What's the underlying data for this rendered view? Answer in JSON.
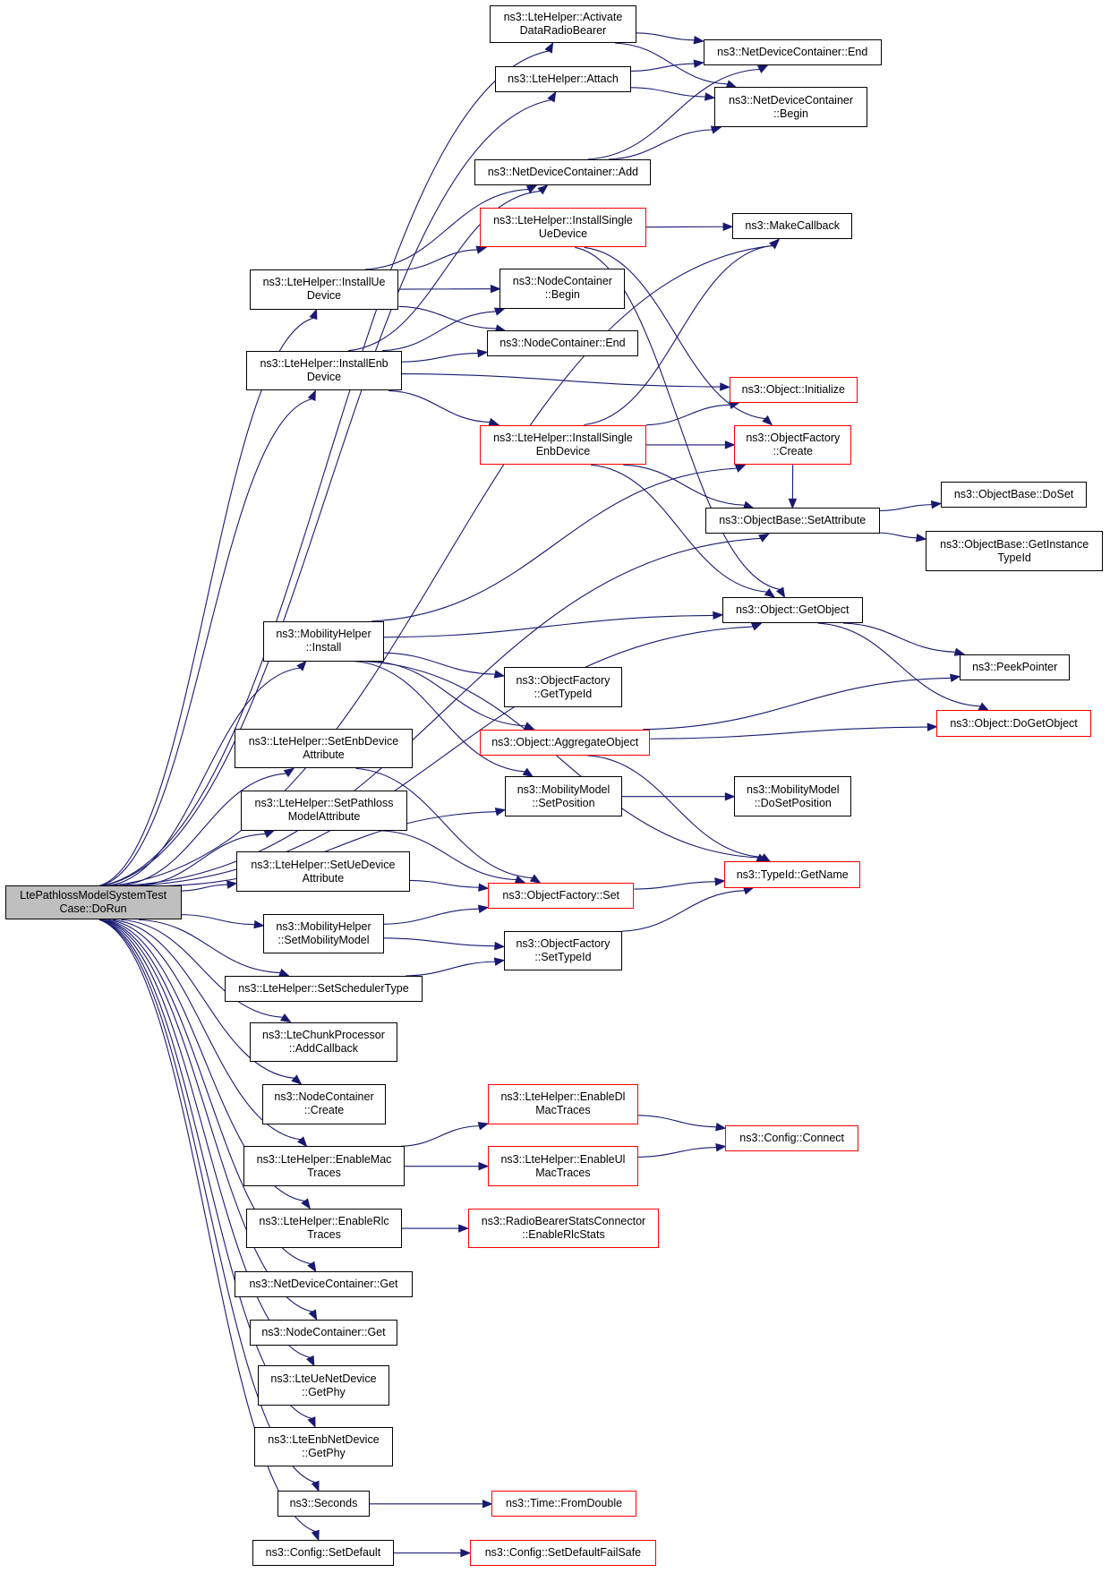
{
  "nodes": [
    {
      "id": "root",
      "label": "LtePathlossModelSystemTest\nCase::DoRun",
      "style": "root"
    },
    {
      "id": "activate",
      "label": "ns3::LteHelper::Activate\nDataRadioBearer",
      "style": "black"
    },
    {
      "id": "attach",
      "label": "ns3::LteHelper::Attach",
      "style": "black"
    },
    {
      "id": "ndc_end",
      "label": "ns3::NetDeviceContainer::End",
      "style": "black"
    },
    {
      "id": "ndc_begin",
      "label": "ns3::NetDeviceContainer\n::Begin",
      "style": "black"
    },
    {
      "id": "ndc_add",
      "label": "ns3::NetDeviceContainer::Add",
      "style": "black"
    },
    {
      "id": "install_single_ue",
      "label": "ns3::LteHelper::InstallSingle\nUeDevice",
      "style": "red"
    },
    {
      "id": "make_callback",
      "label": "ns3::MakeCallback",
      "style": "black"
    },
    {
      "id": "install_ue",
      "label": "ns3::LteHelper::InstallUe\nDevice",
      "style": "black"
    },
    {
      "id": "nc_begin",
      "label": "ns3::NodeContainer\n::Begin",
      "style": "black"
    },
    {
      "id": "nc_end",
      "label": "ns3::NodeContainer::End",
      "style": "black"
    },
    {
      "id": "install_enb",
      "label": "ns3::LteHelper::InstallEnb\nDevice",
      "style": "black"
    },
    {
      "id": "obj_init",
      "label": "ns3::Object::Initialize",
      "style": "red"
    },
    {
      "id": "install_single_enb",
      "label": "ns3::LteHelper::InstallSingle\nEnbDevice",
      "style": "red"
    },
    {
      "id": "of_create",
      "label": "ns3::ObjectFactory\n::Create",
      "style": "red"
    },
    {
      "id": "ob_doset",
      "label": "ns3::ObjectBase::DoSet",
      "style": "black"
    },
    {
      "id": "ob_setattr",
      "label": "ns3::ObjectBase::SetAttribute",
      "style": "black"
    },
    {
      "id": "ob_getinst",
      "label": "ns3::ObjectBase::GetInstance\nTypeId",
      "style": "black"
    },
    {
      "id": "obj_getobj",
      "label": "ns3::Object::GetObject",
      "style": "black"
    },
    {
      "id": "mob_install",
      "label": "ns3::MobilityHelper\n::Install",
      "style": "black"
    },
    {
      "id": "peek",
      "label": "ns3::PeekPointer",
      "style": "black"
    },
    {
      "id": "of_gettypeid",
      "label": "ns3::ObjectFactory\n::GetTypeId",
      "style": "black"
    },
    {
      "id": "obj_aggregate",
      "label": "ns3::Object::AggregateObject",
      "style": "red"
    },
    {
      "id": "obj_dogetobj",
      "label": "ns3::Object::DoGetObject",
      "style": "red"
    },
    {
      "id": "set_enb_attr",
      "label": "ns3::LteHelper::SetEnbDevice\nAttribute",
      "style": "black"
    },
    {
      "id": "mm_setpos",
      "label": "ns3::MobilityModel\n::SetPosition",
      "style": "black"
    },
    {
      "id": "mm_dosetpos",
      "label": "ns3::MobilityModel\n::DoSetPosition",
      "style": "black"
    },
    {
      "id": "set_pathloss",
      "label": "ns3::LteHelper::SetPathloss\nModelAttribute",
      "style": "black"
    },
    {
      "id": "typeid_getname",
      "label": "ns3::TypeId::GetName",
      "style": "red"
    },
    {
      "id": "set_ue_attr",
      "label": "ns3::LteHelper::SetUeDevice\nAttribute",
      "style": "black"
    },
    {
      "id": "of_set",
      "label": "ns3::ObjectFactory::Set",
      "style": "red"
    },
    {
      "id": "mob_setmodel",
      "label": "ns3::MobilityHelper\n::SetMobilityModel",
      "style": "black"
    },
    {
      "id": "of_settypeid",
      "label": "ns3::ObjectFactory\n::SetTypeId",
      "style": "black"
    },
    {
      "id": "set_scheduler",
      "label": "ns3::LteHelper::SetSchedulerType",
      "style": "black"
    },
    {
      "id": "chunk_addcb",
      "label": "ns3::LteChunkProcessor\n::AddCallback",
      "style": "black"
    },
    {
      "id": "nc_create",
      "label": "ns3::NodeContainer\n::Create",
      "style": "black"
    },
    {
      "id": "enable_dl_mac",
      "label": "ns3::LteHelper::EnableDl\nMacTraces",
      "style": "red"
    },
    {
      "id": "enable_mac",
      "label": "ns3::LteHelper::EnableMac\nTraces",
      "style": "black"
    },
    {
      "id": "config_connect",
      "label": "ns3::Config::Connect",
      "style": "red"
    },
    {
      "id": "enable_ul_mac",
      "label": "ns3::LteHelper::EnableUl\nMacTraces",
      "style": "red"
    },
    {
      "id": "enable_rlc",
      "label": "ns3::LteHelper::EnableRlc\nTraces",
      "style": "black"
    },
    {
      "id": "rbsc_rlc",
      "label": "ns3::RadioBearerStatsConnector\n::EnableRlcStats",
      "style": "red"
    },
    {
      "id": "ndc_get",
      "label": "ns3::NetDeviceContainer::Get",
      "style": "black"
    },
    {
      "id": "nc_get",
      "label": "ns3::NodeContainer::Get",
      "style": "black"
    },
    {
      "id": "ue_getphy",
      "label": "ns3::LteUeNetDevice\n::GetPhy",
      "style": "black"
    },
    {
      "id": "enb_getphy",
      "label": "ns3::LteEnbNetDevice\n::GetPhy",
      "style": "black"
    },
    {
      "id": "seconds",
      "label": "ns3::Seconds",
      "style": "black"
    },
    {
      "id": "time_fromdouble",
      "label": "ns3::Time::FromDouble",
      "style": "red"
    },
    {
      "id": "config_setdefault",
      "label": "ns3::Config::SetDefault",
      "style": "black"
    },
    {
      "id": "config_setdefaultfs",
      "label": "ns3::Config::SetDefaultFailSafe",
      "style": "red"
    }
  ],
  "edges": [
    [
      "root",
      "activate"
    ],
    [
      "root",
      "attach"
    ],
    [
      "root",
      "make_callback"
    ],
    [
      "root",
      "install_ue"
    ],
    [
      "root",
      "install_enb"
    ],
    [
      "root",
      "ob_setattr"
    ],
    [
      "root",
      "obj_getobj"
    ],
    [
      "root",
      "mob_install"
    ],
    [
      "root",
      "mm_setpos"
    ],
    [
      "root",
      "set_enb_attr"
    ],
    [
      "root",
      "set_pathloss"
    ],
    [
      "root",
      "set_ue_attr"
    ],
    [
      "root",
      "mob_setmodel"
    ],
    [
      "root",
      "set_scheduler"
    ],
    [
      "root",
      "chunk_addcb"
    ],
    [
      "root",
      "nc_create"
    ],
    [
      "root",
      "enable_mac"
    ],
    [
      "root",
      "enable_rlc"
    ],
    [
      "root",
      "ndc_get"
    ],
    [
      "root",
      "nc_get"
    ],
    [
      "root",
      "ue_getphy"
    ],
    [
      "root",
      "enb_getphy"
    ],
    [
      "root",
      "seconds"
    ],
    [
      "root",
      "config_setdefault"
    ],
    [
      "activate",
      "ndc_end"
    ],
    [
      "activate",
      "ndc_begin"
    ],
    [
      "attach",
      "ndc_end"
    ],
    [
      "attach",
      "ndc_begin"
    ],
    [
      "ndc_add",
      "ndc_end"
    ],
    [
      "ndc_add",
      "ndc_begin"
    ],
    [
      "install_ue",
      "ndc_add"
    ],
    [
      "install_ue",
      "install_single_ue"
    ],
    [
      "install_ue",
      "nc_begin"
    ],
    [
      "install_ue",
      "nc_end"
    ],
    [
      "install_enb",
      "ndc_add"
    ],
    [
      "install_enb",
      "nc_begin"
    ],
    [
      "install_enb",
      "nc_end"
    ],
    [
      "install_enb",
      "obj_init"
    ],
    [
      "install_enb",
      "install_single_enb"
    ],
    [
      "install_single_ue",
      "make_callback"
    ],
    [
      "install_single_ue",
      "of_create"
    ],
    [
      "install_single_ue",
      "obj_getobj"
    ],
    [
      "install_single_enb",
      "make_callback"
    ],
    [
      "install_single_enb",
      "obj_init"
    ],
    [
      "install_single_enb",
      "of_create"
    ],
    [
      "install_single_enb",
      "ob_setattr"
    ],
    [
      "install_single_enb",
      "obj_getobj"
    ],
    [
      "of_create",
      "ob_setattr"
    ],
    [
      "ob_setattr",
      "ob_doset"
    ],
    [
      "ob_setattr",
      "ob_getinst"
    ],
    [
      "obj_getobj",
      "peek"
    ],
    [
      "obj_getobj",
      "obj_dogetobj"
    ],
    [
      "mob_install",
      "of_create"
    ],
    [
      "mob_install",
      "obj_getobj"
    ],
    [
      "mob_install",
      "of_gettypeid"
    ],
    [
      "mob_install",
      "obj_aggregate"
    ],
    [
      "mob_install",
      "mm_setpos"
    ],
    [
      "mob_install",
      "typeid_getname"
    ],
    [
      "obj_aggregate",
      "peek"
    ],
    [
      "obj_aggregate",
      "obj_dogetobj"
    ],
    [
      "obj_aggregate",
      "typeid_getname"
    ],
    [
      "mm_setpos",
      "mm_dosetpos"
    ],
    [
      "set_enb_attr",
      "of_set"
    ],
    [
      "set_pathloss",
      "of_set"
    ],
    [
      "set_ue_attr",
      "of_set"
    ],
    [
      "of_set",
      "typeid_getname"
    ],
    [
      "mob_setmodel",
      "of_set"
    ],
    [
      "mob_setmodel",
      "of_settypeid"
    ],
    [
      "of_settypeid",
      "typeid_getname"
    ],
    [
      "set_scheduler",
      "of_settypeid"
    ],
    [
      "enable_mac",
      "enable_dl_mac"
    ],
    [
      "enable_mac",
      "enable_ul_mac"
    ],
    [
      "enable_dl_mac",
      "config_connect"
    ],
    [
      "enable_ul_mac",
      "config_connect"
    ],
    [
      "enable_rlc",
      "rbsc_rlc"
    ],
    [
      "seconds",
      "time_fromdouble"
    ],
    [
      "config_setdefault",
      "config_setdefaultfs"
    ]
  ]
}
